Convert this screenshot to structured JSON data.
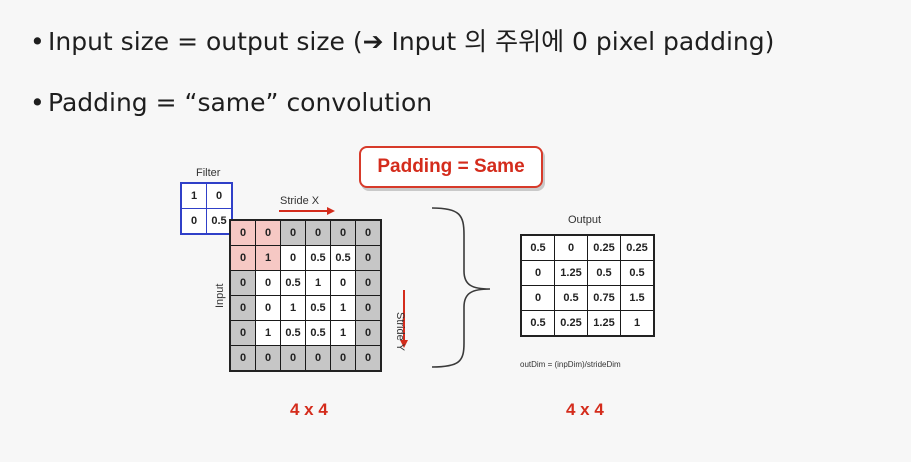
{
  "bullets": [
    "Input size = output size (➔ Input 의 주위에 0 pixel padding)",
    "Padding = “same” convolution"
  ],
  "callout": "Padding = Same",
  "filter": {
    "label": "Filter",
    "rows": [
      [
        "1",
        "0"
      ],
      [
        "0",
        "0.5"
      ]
    ]
  },
  "input": {
    "label": "Input",
    "rows": [
      [
        "0",
        "0",
        "0",
        "0",
        "0",
        "0"
      ],
      [
        "0",
        "1",
        "0",
        "0.5",
        "0.5",
        "0"
      ],
      [
        "0",
        "0",
        "0.5",
        "1",
        "0",
        "0"
      ],
      [
        "0",
        "0",
        "1",
        "0.5",
        "1",
        "0"
      ],
      [
        "0",
        "1",
        "0.5",
        "0.5",
        "1",
        "0"
      ],
      [
        "0",
        "0",
        "0",
        "0",
        "0",
        "0"
      ]
    ]
  },
  "stride_x": "Stride X",
  "stride_y": "Stride Y",
  "output": {
    "label": "Output",
    "rows": [
      [
        "0.5",
        "0",
        "0.25",
        "0.25"
      ],
      [
        "0",
        "1.25",
        "0.5",
        "0.5"
      ],
      [
        "0",
        "0.5",
        "0.75",
        "1.5"
      ],
      [
        "0.5",
        "0.25",
        "1.25",
        "1"
      ]
    ]
  },
  "formula": "outDim = (inpDim)/strideDim",
  "input_dim": "4 x 4",
  "output_dim": "4 x 4",
  "colors": {
    "accent_red": "#d42c1c",
    "filter_blue": "#3040c8",
    "padding_gray": "#c6c6c6",
    "highlight_pink": "#f6c8c4"
  }
}
